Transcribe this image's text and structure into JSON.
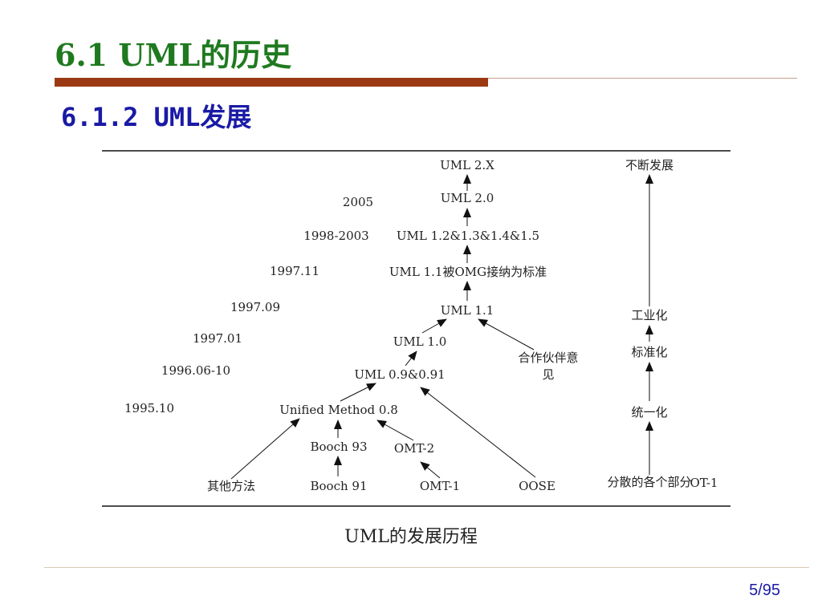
{
  "slide": {
    "title": "6.1 UML的历史",
    "subtitle": "6.1.2  UML发展",
    "caption": "UML的发展历程",
    "page_number": "5/95"
  },
  "diagram": {
    "nodes": {
      "uml2x": "UML 2.X",
      "uml20": "UML 2.0",
      "uml12": "UML 1.2&1.3&1.4&1.5",
      "uml11omg": "UML 1.1被OMG接纳为标准",
      "uml11": "UML 1.1",
      "uml10": "UML 1.0",
      "uml09": "UML 0.9&0.91",
      "unified08": "Unified Method 0.8",
      "booch93": "Booch 93",
      "omt2": "OMT-2",
      "booch91": "Booch 91",
      "omt1": "OMT-1",
      "oose": "OOSE",
      "others": "其他方法",
      "partners_1": "合作伙伴意",
      "partners_2": "见"
    },
    "years": {
      "y2005": "2005",
      "y1998": "1998-2003",
      "y199711": "1997.11",
      "y199709": "1997.09",
      "y199701": "1997.01",
      "y1996": "1996.06-10",
      "y1995": "1995.10"
    },
    "stages": {
      "continuous": "不断发展",
      "industrial": "工业化",
      "standard": "标准化",
      "unified": "统一化",
      "scattered": "分散的各个部分",
      "overlap_tail": "OT-1"
    }
  }
}
